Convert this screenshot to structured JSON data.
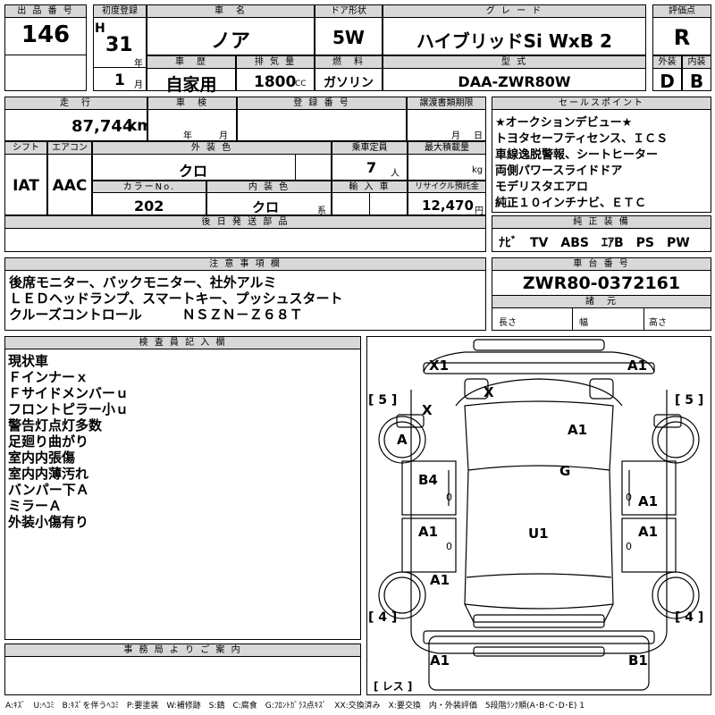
{
  "header_labels": {
    "lot_no": "出 品 番 号",
    "first_reg": "初度登録",
    "car_name": "車　名",
    "doors": "ドア形状",
    "grade": "グ レ ー ド",
    "score": "評価点",
    "history": "車　歴",
    "displacement": "排 気 量",
    "fuel": "燃　料",
    "model_code": "型 式",
    "exterior": "外装",
    "interior": "内装",
    "mileage": "走　行",
    "inspection": "車　検",
    "reg_no": "登 録 番 号",
    "transfer_deadline": "譲渡書類期限",
    "sales_points": "セールスポイント",
    "shift": "シフト",
    "aircon": "エアコン",
    "ext_color": "外 装 色",
    "capacity": "乗車定員",
    "max_load": "最大積載量",
    "color_no": "カラーNo.",
    "int_color": "内 装 色",
    "import": "輸 入 車",
    "recycle": "リサイクル預託金",
    "later_parts": "後 日 発 送 部 品",
    "standard_equip": "純 正 装 備",
    "notes": "注 意 事 項 欄",
    "chassis_no": "車 台 番 号",
    "specs": "諸　元",
    "inspector": "検 査 員 記 入 欄",
    "office": "事 務 局 よ り ご 案 内"
  },
  "vehicle": {
    "lot_no": "146",
    "era": "H",
    "year": "31",
    "year_unit": "年",
    "month": "1",
    "month_unit": "月",
    "name": "ノア",
    "doors": "5W",
    "grade": "ハイブリッドSi WxB 2",
    "score": "R",
    "history": "自家用",
    "displacement": "1800",
    "displacement_unit": "CC",
    "fuel": "ガソリン",
    "model_code": "DAA-ZWR80W",
    "exterior_grade": "D",
    "interior_grade": "B",
    "mileage": "87,744",
    "mileage_unit": "km",
    "inspection_year": "年",
    "inspection_month": "月",
    "transfer_month": "月",
    "transfer_day": "日",
    "shift": "IAT",
    "aircon": "AAC",
    "color": "クロ",
    "capacity": "7",
    "capacity_unit": "人",
    "load_unit": "kg",
    "color_no": "202",
    "interior_color": "クロ",
    "interior_unit": "系",
    "recycle_fee": "12,470",
    "recycle_unit": "円",
    "chassis_no": "ZWR80-0372161",
    "standard_equipment": "ﾅﾋﾞ　TV　ABS　ｴｱB　PS　PW",
    "spec_length": "長さ",
    "spec_width": "幅",
    "spec_height": "高さ"
  },
  "sales_points": [
    "★オークションデビュー★",
    "トヨタセーフティセンス、ＩＣＳ",
    "車線逸脱警報、シートヒーター",
    "両側パワースライドドア",
    "モデリスタエアロ",
    "純正１０インチナビ、ＥＴＣ"
  ],
  "notes": [
    "後席モニター、バックモニター、社外アルミ",
    "ＬＥＤヘッドランプ、スマートキー、プッシュスタート",
    "クルーズコントロール　　　ＮＳＺＮ－Ｚ６８Ｔ"
  ],
  "inspector_notes": [
    "現状車",
    "Ｆインナーｘ",
    "Ｆサイドメンバーｕ",
    "フロントピラー小ｕ",
    "警告灯点灯多数",
    "足廻り曲がり",
    "室内内張傷",
    "室内内薄汚れ",
    "バンパー下Ａ",
    "ミラーＡ",
    "外装小傷有り"
  ],
  "diagram": {
    "front_left": "X1",
    "front_right": "A1",
    "windshield": "X",
    "hood_left": "X",
    "hood_right": "A1",
    "wheel_left": "A",
    "roof": "G",
    "front_door_left": "B4",
    "front_door_right": "A1",
    "rear_door_left": "A1",
    "rear_door_right": "A1",
    "roof_rear": "U1",
    "rear_quarter_left": "A1",
    "rear_left": "A1",
    "rear_right": "B1",
    "tire_fl": "[ 5 ]",
    "tire_fr": "[ 5 ]",
    "tire_rl": "[ 4 ]",
    "tire_rr": "[ 4 ]",
    "spare": "[ レス ]",
    "zero_1": "0",
    "zero_2": "0",
    "zero_3": "0",
    "zero_4": "0"
  },
  "legend": "A:ｷｽﾞ　U:ﾍｺﾐ　B:ｷｽﾞを伴うﾍｺﾐ　P:要塗装　W:補修跡　S:錆　C:腐食　G:ﾌﾛﾝﾄｶﾞﾗｽ点ｷｽﾞ　XX:交換済み　X:要交換　内・外装評価　5段階ﾗﾝｸ順(A･B･C･D･E) 1"
}
